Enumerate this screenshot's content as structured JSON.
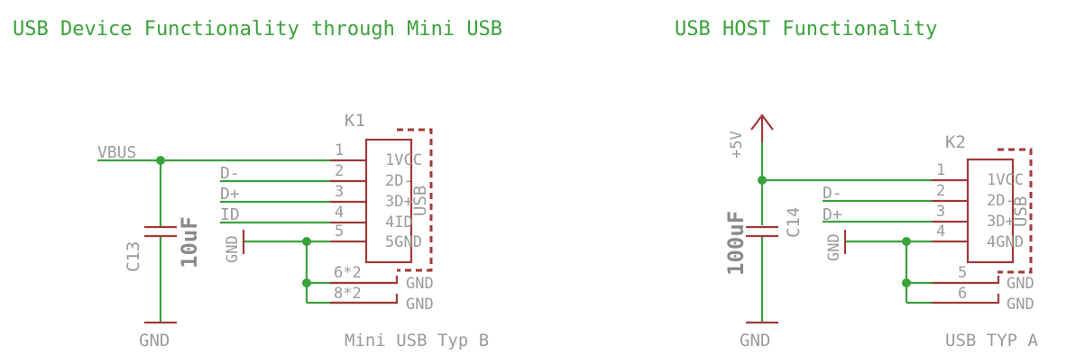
{
  "sections": {
    "device_title": "USB Device Functionality through Mini USB",
    "host_title": "USB HOST Functionality"
  },
  "left": {
    "net_vbus": "VBUS",
    "net_dminus": "D-",
    "net_dplus": "D+",
    "net_id": "ID",
    "net_gnd_vertical": "GND",
    "cap_name": "C13",
    "cap_value": "10uF",
    "gnd_symbol": "GND",
    "connector": {
      "ref": "K1",
      "body_label": "USB",
      "pin_numbers": [
        "1",
        "2",
        "3",
        "4",
        "5"
      ],
      "pin_names": [
        "1VCC",
        "2D-",
        "3D+",
        "4ID",
        "5GND"
      ],
      "shield_pins": [
        "6*2",
        "8*2"
      ],
      "shield_names": [
        "GND",
        "GND"
      ],
      "type_label": "Mini USB Typ B"
    }
  },
  "right": {
    "supply": "+5V",
    "net_dminus": "D-",
    "net_dplus": "D+",
    "net_gnd_vertical": "GND",
    "cap_name": "C14",
    "cap_value": "100uF",
    "gnd_symbol": "GND",
    "connector": {
      "ref": "K2",
      "body_label": "USB",
      "pin_numbers": [
        "1",
        "2",
        "3",
        "4"
      ],
      "pin_names": [
        "1VCC",
        "2D-",
        "3D+",
        "4GND"
      ],
      "shield_pins": [
        "5",
        "6"
      ],
      "shield_names": [
        "GND",
        "GND"
      ],
      "type_label": "USB TYP A"
    }
  }
}
